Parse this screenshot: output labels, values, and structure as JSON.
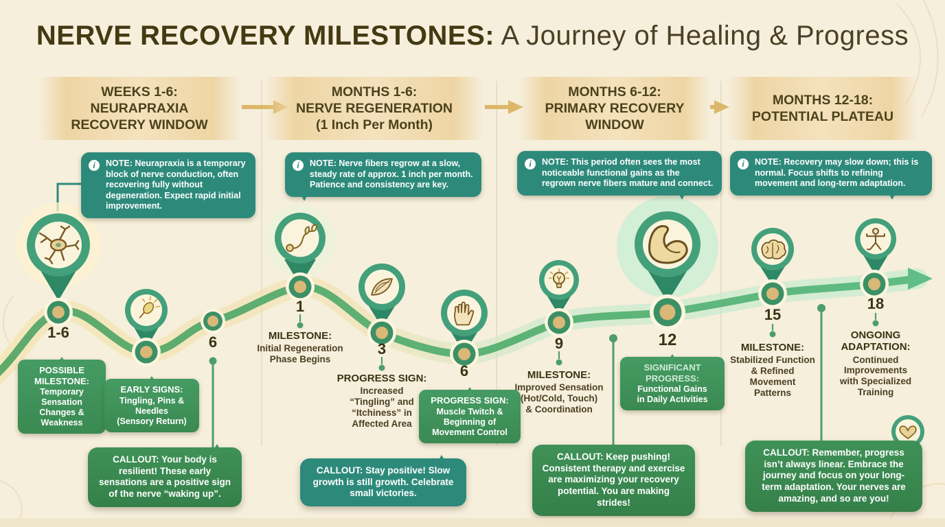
{
  "title": {
    "main": "NERVE RECOVERY MILESTONES:",
    "sub": " A Journey of Healing & Progress"
  },
  "phases": [
    {
      "label": "WEEKS 1-6:\nNEURAPRAXIA\nRECOVERY WINDOW"
    },
    {
      "label": "MONTHS 1-6:\nNERVE REGENERATION\n(1 Inch Per Month)"
    },
    {
      "label": "MONTHS 6-12:\nPRIMARY RECOVERY\nWINDOW"
    },
    {
      "label": "MONTHS 12-18:\nPOTENTIAL PLATEAU"
    }
  ],
  "notes": [
    {
      "prefix": "NOTE:",
      "text": "Neurapraxia is a temporary block of nerve conduction, often recovering fully without degeneration. Expect rapid initial improvement."
    },
    {
      "prefix": "NOTE:",
      "text": "Nerve fibers regrow at a slow, steady rate of approx. 1 inch per month. Patience and consistency are key."
    },
    {
      "prefix": "NOTE:",
      "text": "This period often sees the most noticeable functional gains as the regrown nerve fibers mature and connect."
    },
    {
      "prefix": "NOTE:",
      "text": "Recovery may slow down; this is normal. Focus shifts to refining movement and long-term adaptation."
    }
  ],
  "numbers": [
    "1-6",
    "6",
    "1",
    "3",
    "6",
    "9",
    "12",
    "15",
    "18"
  ],
  "milestones": [
    {
      "heading": "POSSIBLE\nMILESTONE:",
      "body": "Temporary\nSensation\nChanges &\nWeakness"
    },
    {
      "heading": "EARLY SIGNS:",
      "body": "Tingling, Pins &\nNeedles\n(Sensory Return)"
    },
    {
      "heading": "MILESTONE:",
      "body": "Initial Regeneration\nPhase Begins"
    },
    {
      "heading": "PROGRESS SIGN:",
      "body": "Increased\n“Tingling” and\n“Itchiness” in\nAffected Area"
    },
    {
      "heading": "PROGRESS SIGN:",
      "body": "Muscle Twitch &\nBeginning of\nMovement Control"
    },
    {
      "heading": "MILESTONE:",
      "body": "Improved Sensation\n(Hot/Cold, Touch)\n& Coordination"
    },
    {
      "heading": "SIGNIFICANT\nPROGRESS:",
      "body": "Functional Gains\nin Daily Activities"
    },
    {
      "heading": "MILESTONE:",
      "body": "Stabilized Function\n& Refined\nMovement\nPatterns"
    },
    {
      "heading": "ONGOING\nADAPTATION:",
      "body": "Continued\nImprovements\nwith Specialized\nTraining"
    }
  ],
  "callouts": [
    {
      "prefix": "CALLOUT:",
      "text": "Your body is resilient! These early sensations are a positive sign of the nerve “waking up”."
    },
    {
      "prefix": "CALLOUT:",
      "text": "Stay positive! Slow growth is still growth. Celebrate small victories."
    },
    {
      "prefix": "CALLOUT:",
      "text": "Keep pushing! Consistent therapy and exercise are maximizing your recovery potential. You are making strides!"
    },
    {
      "prefix": "CALLOUT:",
      "text": "Remember, progress isn’t always linear. Embrace the journey and focus on your long-term adaptation. Your nerves are amazing, and so are you!"
    }
  ],
  "glyphs": {
    "info": "i"
  },
  "icons": {
    "pins": [
      "neuron",
      "sparking-nerve",
      "nerve-sprout",
      "muscle-fiber",
      "hand",
      "lightbulb",
      "flexed-bicep",
      "brain",
      "yoga-pose"
    ],
    "badge": "heart",
    "note_marker": "info"
  },
  "colors": {
    "background": "#f6efdc",
    "note_teal": "#2d8a7b",
    "callout_green": "#3f9157",
    "timeline_green": "#5fae70",
    "pin_green": "#43a07b",
    "node_center_gold": "#d9b878",
    "header_gold": "#eed5a4",
    "arrow_gold": "#dcb76a",
    "dark_text": "#3a3314"
  }
}
